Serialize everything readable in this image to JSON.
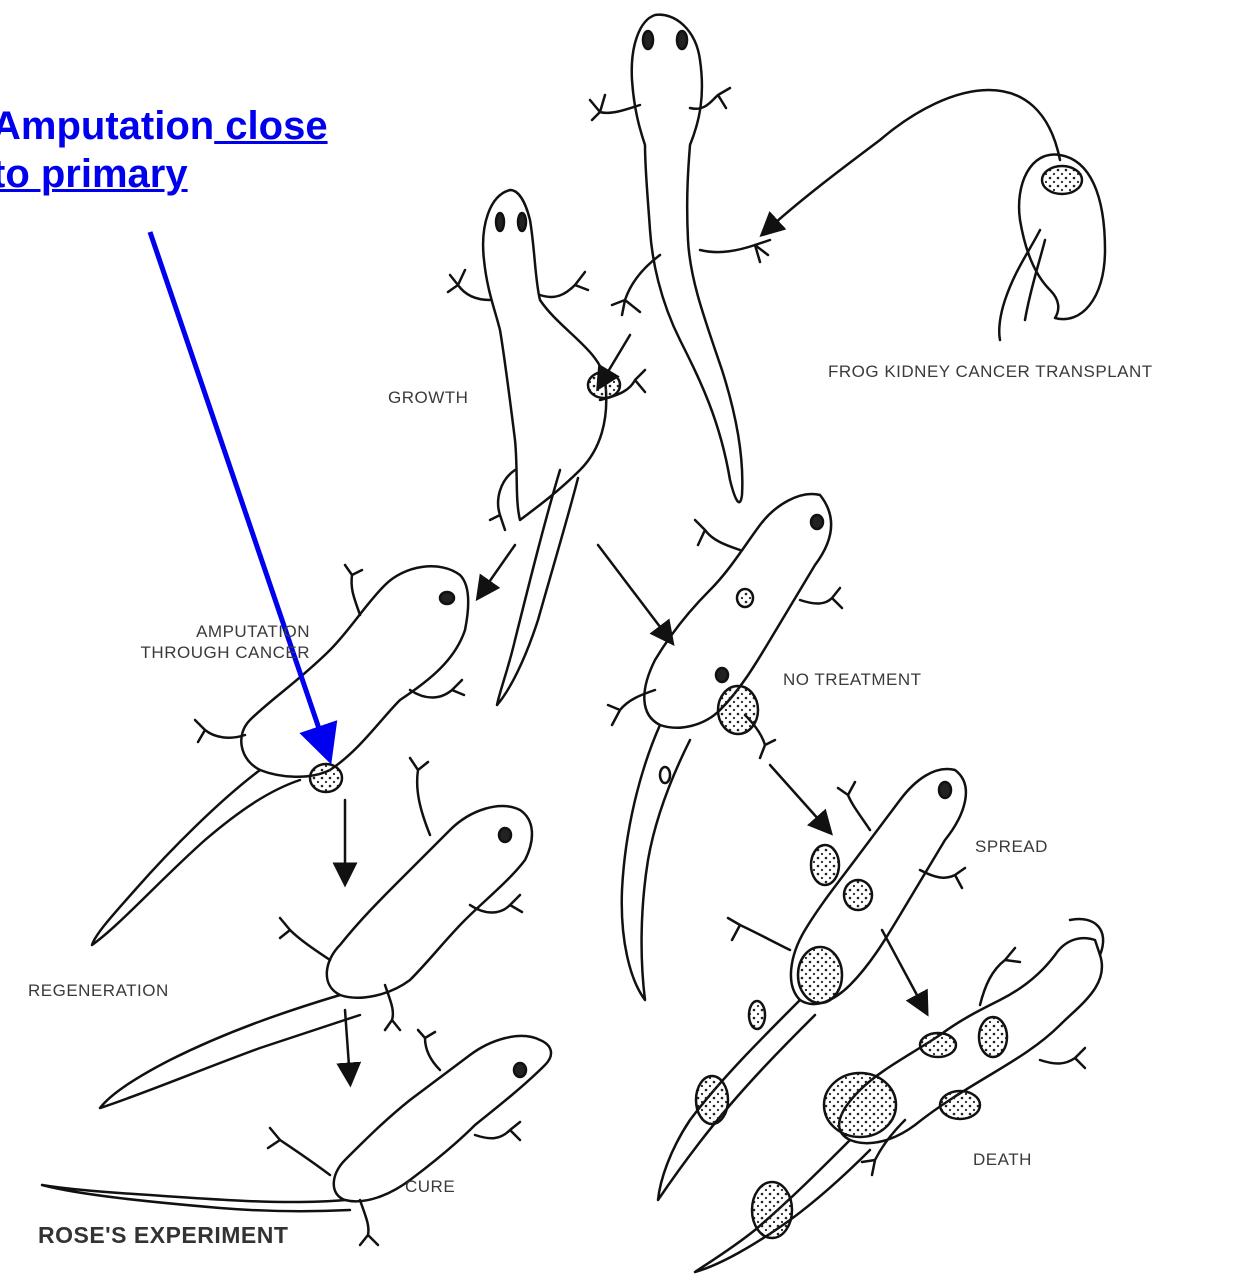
{
  "annotation": {
    "line1_plain": "Amputation",
    "line1_underlined": " close",
    "line2_underlined": "to primary",
    "color": "#0000ee"
  },
  "labels": {
    "frog_kidney": "FROG KIDNEY CANCER TRANSPLANT",
    "growth": "GROWTH",
    "amputation_line1": "AMPUTATION",
    "amputation_line2": "THROUGH CANCER",
    "no_treatment": "NO TREATMENT",
    "regeneration": "REGENERATION",
    "spread": "SPREAD",
    "cure": "CURE",
    "death": "DEATH"
  },
  "caption": "ROSE'S EXPERIMENT",
  "icons": [
    "salamander-icon",
    "kidney-icon",
    "tumor-icon",
    "arrow-icon"
  ]
}
